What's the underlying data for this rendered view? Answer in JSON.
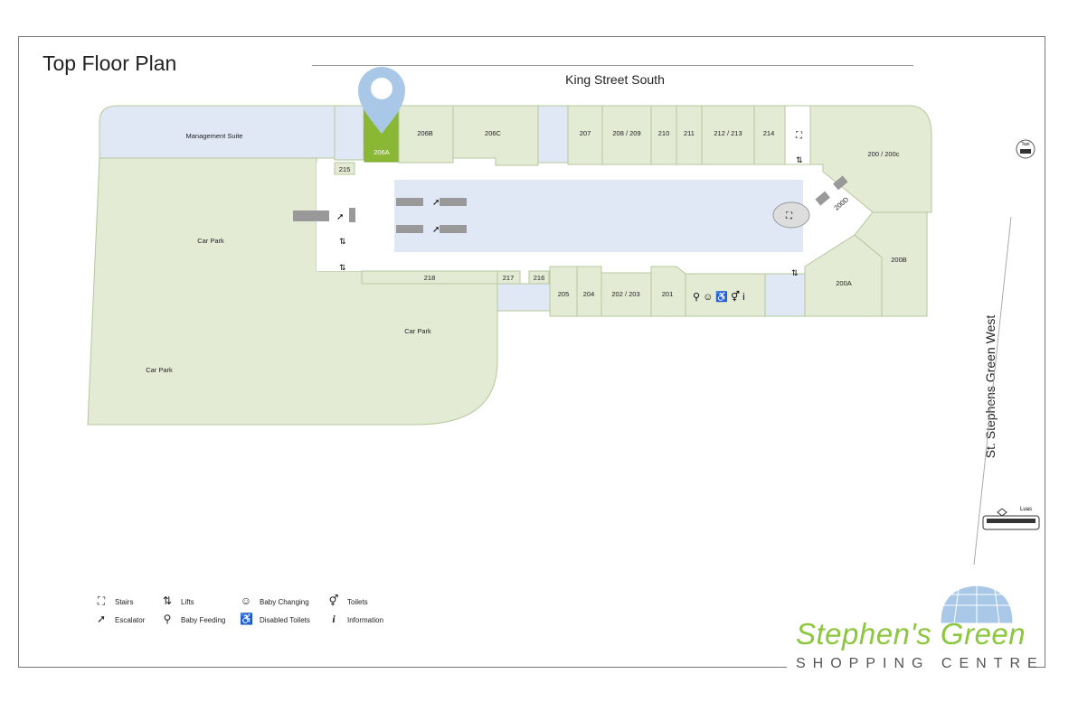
{
  "title": "Top Floor Plan",
  "streets": {
    "north": "King Street South",
    "east": "St. Stephens Green West"
  },
  "colors": {
    "park": "#e4ebd5",
    "mall": "#dfe8f4",
    "corridor": "#ffffff",
    "highlight": "#8ab834",
    "pin": "#a9c8e8",
    "outline": "#b6c79a"
  },
  "units": [
    {
      "id": "mgmt",
      "label": "Management Suite"
    },
    {
      "id": "206A",
      "label": "206A",
      "highlighted": true
    },
    {
      "id": "206B",
      "label": "206B"
    },
    {
      "id": "206C",
      "label": "206C"
    },
    {
      "id": "207",
      "label": "207"
    },
    {
      "id": "208",
      "label": "208 / 209"
    },
    {
      "id": "210",
      "label": "210"
    },
    {
      "id": "211",
      "label": "211"
    },
    {
      "id": "212",
      "label": "212 / 213"
    },
    {
      "id": "214",
      "label": "214"
    },
    {
      "id": "200",
      "label": "200 / 200c"
    },
    {
      "id": "200D",
      "label": "200D"
    },
    {
      "id": "200B",
      "label": "200B"
    },
    {
      "id": "200A",
      "label": "200A"
    },
    {
      "id": "215",
      "label": "215"
    },
    {
      "id": "218",
      "label": "218"
    },
    {
      "id": "217",
      "label": "217"
    },
    {
      "id": "216",
      "label": "216"
    },
    {
      "id": "205",
      "label": "205"
    },
    {
      "id": "204",
      "label": "204"
    },
    {
      "id": "202",
      "label": "202 / 203"
    },
    {
      "id": "201",
      "label": "201"
    },
    {
      "id": "carpark1",
      "label": "Car Park"
    },
    {
      "id": "carpark2",
      "label": "Car Park"
    },
    {
      "id": "carpark3",
      "label": "Car Park"
    }
  ],
  "legend": [
    {
      "icon": "stairs-icon",
      "label": "Stairs",
      "glyph": "⛶"
    },
    {
      "icon": "escalator-icon",
      "label": "Escalator",
      "glyph": "➚"
    },
    {
      "icon": "lifts-icon",
      "label": "Lifts",
      "glyph": "⇅"
    },
    {
      "icon": "baby-feeding-icon",
      "label": "Baby Feeding",
      "glyph": "⚲"
    },
    {
      "icon": "baby-changing-icon",
      "label": "Baby Changing",
      "glyph": "☺"
    },
    {
      "icon": "disabled-toilets-icon",
      "label": "Disabled Toilets",
      "glyph": "♿"
    },
    {
      "icon": "toilets-icon",
      "label": "Toilets",
      "glyph": "⚥"
    },
    {
      "icon": "information-icon",
      "label": "Information",
      "glyph": "i"
    }
  ],
  "transport": {
    "taxi": "Taxi",
    "luas": "Luas"
  },
  "logo": {
    "name": "Stephen's Green",
    "sub": "SHOPPING CENTRE"
  }
}
